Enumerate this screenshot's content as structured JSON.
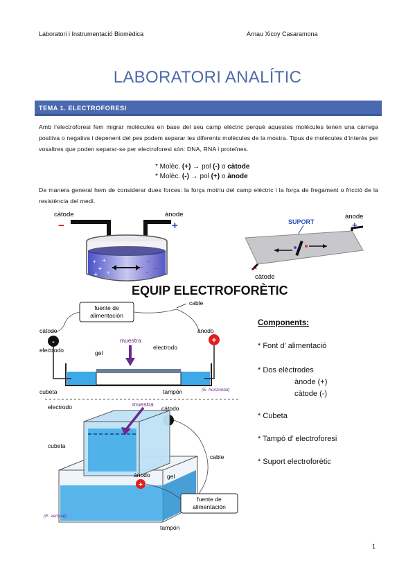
{
  "header": {
    "left": "Laboratori i Instrumentació Biomèdica",
    "right": "Arnau Xicoy Casaramona"
  },
  "title": "LABORATORI ANALÍTIC",
  "section": "TEMA 1. ELECTROFORESI",
  "paragraph1": "Amb l’electroforesi fem migrar molècules en base del seu camp elèctric perquè aquestes molècules tenen una càrrega positiva o negativa i depenent del pes podem separar les diferents molècules de la mostra. Tipus de molècules d’interès per vosaltres que poden separar-se per electroforesi són: DNA, RNA i proteïnes.",
  "bullets": [
    {
      "prefix": "* Molèc. ",
      "sign": "(+)",
      "mid": " → pol ",
      "pol": "(-)",
      "conj": " o ",
      "electrode": "càtode"
    },
    {
      "prefix": "* Molèc. ",
      "sign": "(-)",
      "mid": " → pol ",
      "pol": "(+)",
      "conj": " o ",
      "electrode": "ànode"
    }
  ],
  "paragraph2": "De manera general hem de considerar dues forces: la força motriu del camp elèctric i la força de fregament o fricció de la resistència del medi.",
  "fig1": {
    "catode": "càtode",
    "anode": "ànode",
    "minus": "−",
    "plus": "+"
  },
  "fig2": {
    "suport": "SUPORT",
    "anode": "ànode",
    "catode": "càtode"
  },
  "equip_title": "EQUIP ELECTROFORÈTIC",
  "horizontal": {
    "fuente": "fuente de",
    "alimentacion": "alimentación",
    "cable": "cable",
    "catodo": "cátodo",
    "anodo": "ánodo",
    "muestra": "muestra",
    "electrodo_left": "electrodo",
    "electrodo_right": "electrodo",
    "gel": "gel",
    "cubeta": "cubeta",
    "tampon": "tampón",
    "note": "(E. horizontal)"
  },
  "vertical": {
    "electrodo": "electrodo",
    "muestra": "muestra",
    "catodo": "cátodo",
    "cubeta": "cubeta",
    "cable": "cable",
    "anodo": "ánodo",
    "gel": "gel",
    "fuente": "fuente de",
    "alimentacion": "alimentación",
    "tampon": "tampón",
    "note": "(E. vertical)"
  },
  "components": {
    "title": "Components:",
    "items": [
      "* Font d’ alimentació",
      "* Dos elèctrodes",
      "ànode (+)",
      "càtode (-)",
      "* Cubeta",
      "* Tampó d’ electroforesi",
      "* Suport electroforètic"
    ]
  },
  "page_number": "1",
  "colors": {
    "title": "#4f6ba8",
    "section_bar": "#4a69b0",
    "buffer": "#3da9e8",
    "anode_red": "#e02020",
    "arrow_purple": "#6a2a8a"
  }
}
